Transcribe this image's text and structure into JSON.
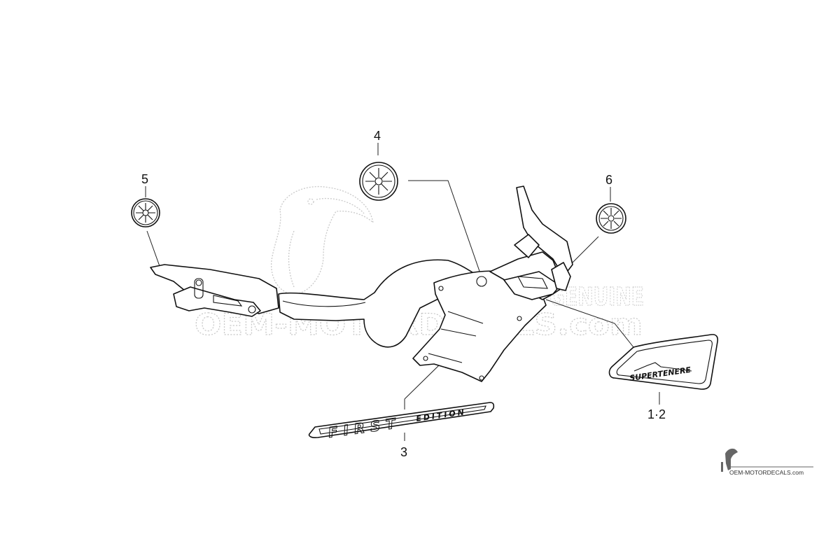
{
  "callouts": {
    "part_5": "5",
    "part_4": "4",
    "part_6": "6",
    "part_1_2": "1·2",
    "part_3": "3"
  },
  "decals": {
    "first": "FIRST",
    "edition": "EDITION",
    "super_tenere": "SUPERTENERE"
  },
  "watermark": {
    "main": "OEM-MOTORDECALS.com",
    "genuine": "GENUINE",
    "footer_logo_text": "OEM-MOTORDECALS.com"
  },
  "colors": {
    "line": "#111111",
    "watermark": "#c9c9c9",
    "background": "#ffffff"
  }
}
